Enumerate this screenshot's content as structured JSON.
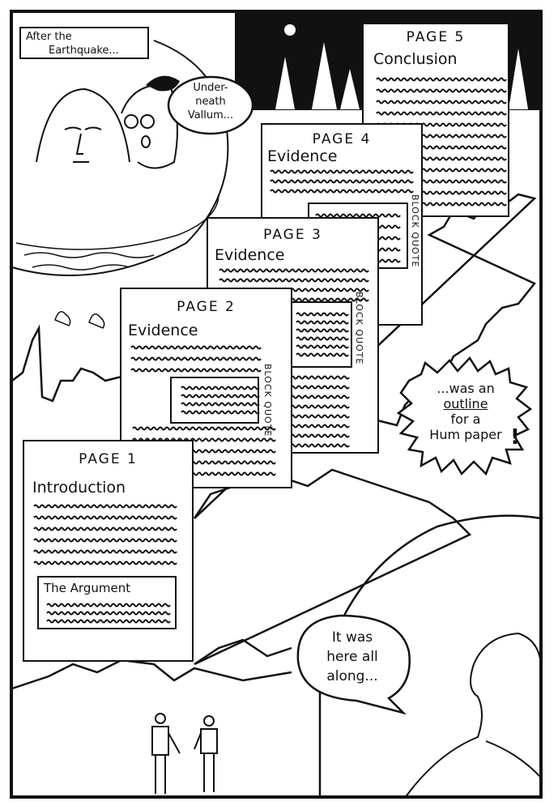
{
  "caption": {
    "line1": "After the",
    "line2": "Earthquake..."
  },
  "speech_top": {
    "line1": "Under-",
    "line2": "neath",
    "line3": "Vallum..."
  },
  "pages": [
    {
      "title": "PAGE 5",
      "heading": "Conclusion"
    },
    {
      "title": "PAGE 4",
      "heading": "Evidence",
      "quote": "BLOCK QUOTE"
    },
    {
      "title": "PAGE 3",
      "heading": "Evidence",
      "quote": "BLOCK QUOTE"
    },
    {
      "title": "PAGE 2",
      "heading": "Evidence",
      "quote": "BLOCK QUOTE"
    },
    {
      "title": "PAGE 1",
      "heading": "Introduction",
      "argument": "The Argument"
    }
  ],
  "burst": {
    "line1": "...was an",
    "line2": "outline",
    "line3": "for a",
    "line4": "Hum paper",
    "exclaim": "!"
  },
  "speech_bottom": {
    "line1": "It was",
    "line2": "here all",
    "line3": "along..."
  }
}
